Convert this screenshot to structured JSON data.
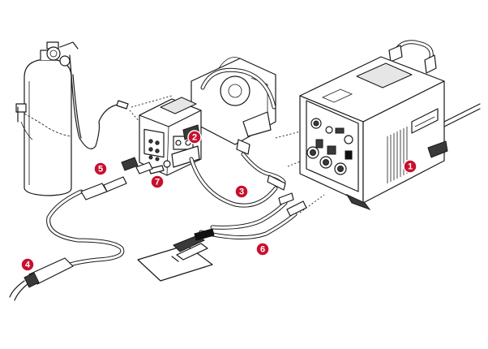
{
  "callouts": [
    {
      "id": "1",
      "label": "1",
      "color": "#c8102e"
    },
    {
      "id": "2",
      "label": "2",
      "color": "#c8102e"
    },
    {
      "id": "3",
      "label": "3",
      "color": "#c8102e"
    },
    {
      "id": "4",
      "label": "4",
      "color": "#c8102e"
    },
    {
      "id": "5",
      "label": "5",
      "color": "#c8102e"
    },
    {
      "id": "6",
      "label": "6",
      "color": "#c8102e"
    },
    {
      "id": "7",
      "label": "7",
      "color": "#c8102e"
    }
  ]
}
